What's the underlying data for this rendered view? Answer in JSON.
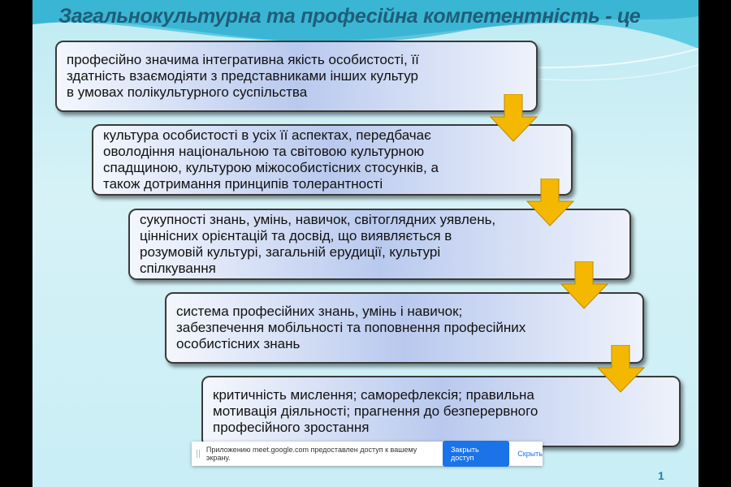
{
  "slide": {
    "title": "Загальнокультурна та професійна компетентність - це",
    "items": [
      "професійно значима інтегративна якість особистості, її\nздатність взаємодіяти з представниками інших культур\nв умовах полікультурного суспільства",
      "культура особистості в усіх її аспектах, передбачає\nоволодіння національною та світовою культурною\nспадщиною, культурою міжособистісних стосунків, а\nтакож дотримання принципів толерантності",
      "сукупності знань, умінь, навичок, світоглядних уявлень,\nціннісних орієнтацій та досвід, що виявляється в\nрозумовій культурі, загальній ерудиції, культурі\nспілкування",
      "система професійних знань, умінь і навичок;\nзабезпечення  мобільності та поповнення професійних\nособистісних знань",
      "критичність мислення; саморефлексія; правильна\nмотивація діяльності; прагнення до безперервного\nпрофесійного зростання"
    ],
    "page_number": "1",
    "arrow_color": "#f5b800"
  },
  "share_bar": {
    "message": "Приложению meet.google.com предоставлен доступ к вашему экрану.",
    "stop_label": "Закрыть доступ",
    "hide_label": "Скрыть"
  }
}
